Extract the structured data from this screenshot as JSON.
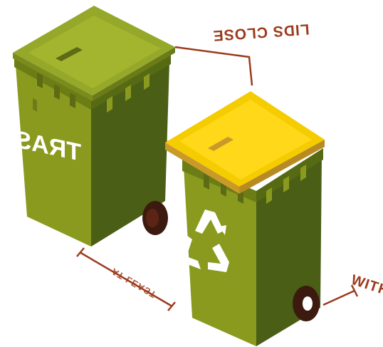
{
  "labels": {
    "lids_close": "LIDS CLOSE",
    "with": "WITH",
    "at_least": "AT LEAST"
  },
  "bins": {
    "left": {
      "label": "TRASH",
      "body_color": "#8a9a1f",
      "side_color": "#4a5e16",
      "lid_color": "#96a829"
    },
    "right": {
      "icon": "recycle-icon",
      "body_color": "#8a9a1f",
      "side_color": "#4a5e16",
      "lid_color": "#f5cc00"
    }
  },
  "colors": {
    "annotation": "#9c3b1c",
    "wheel": "#3d1a10"
  }
}
